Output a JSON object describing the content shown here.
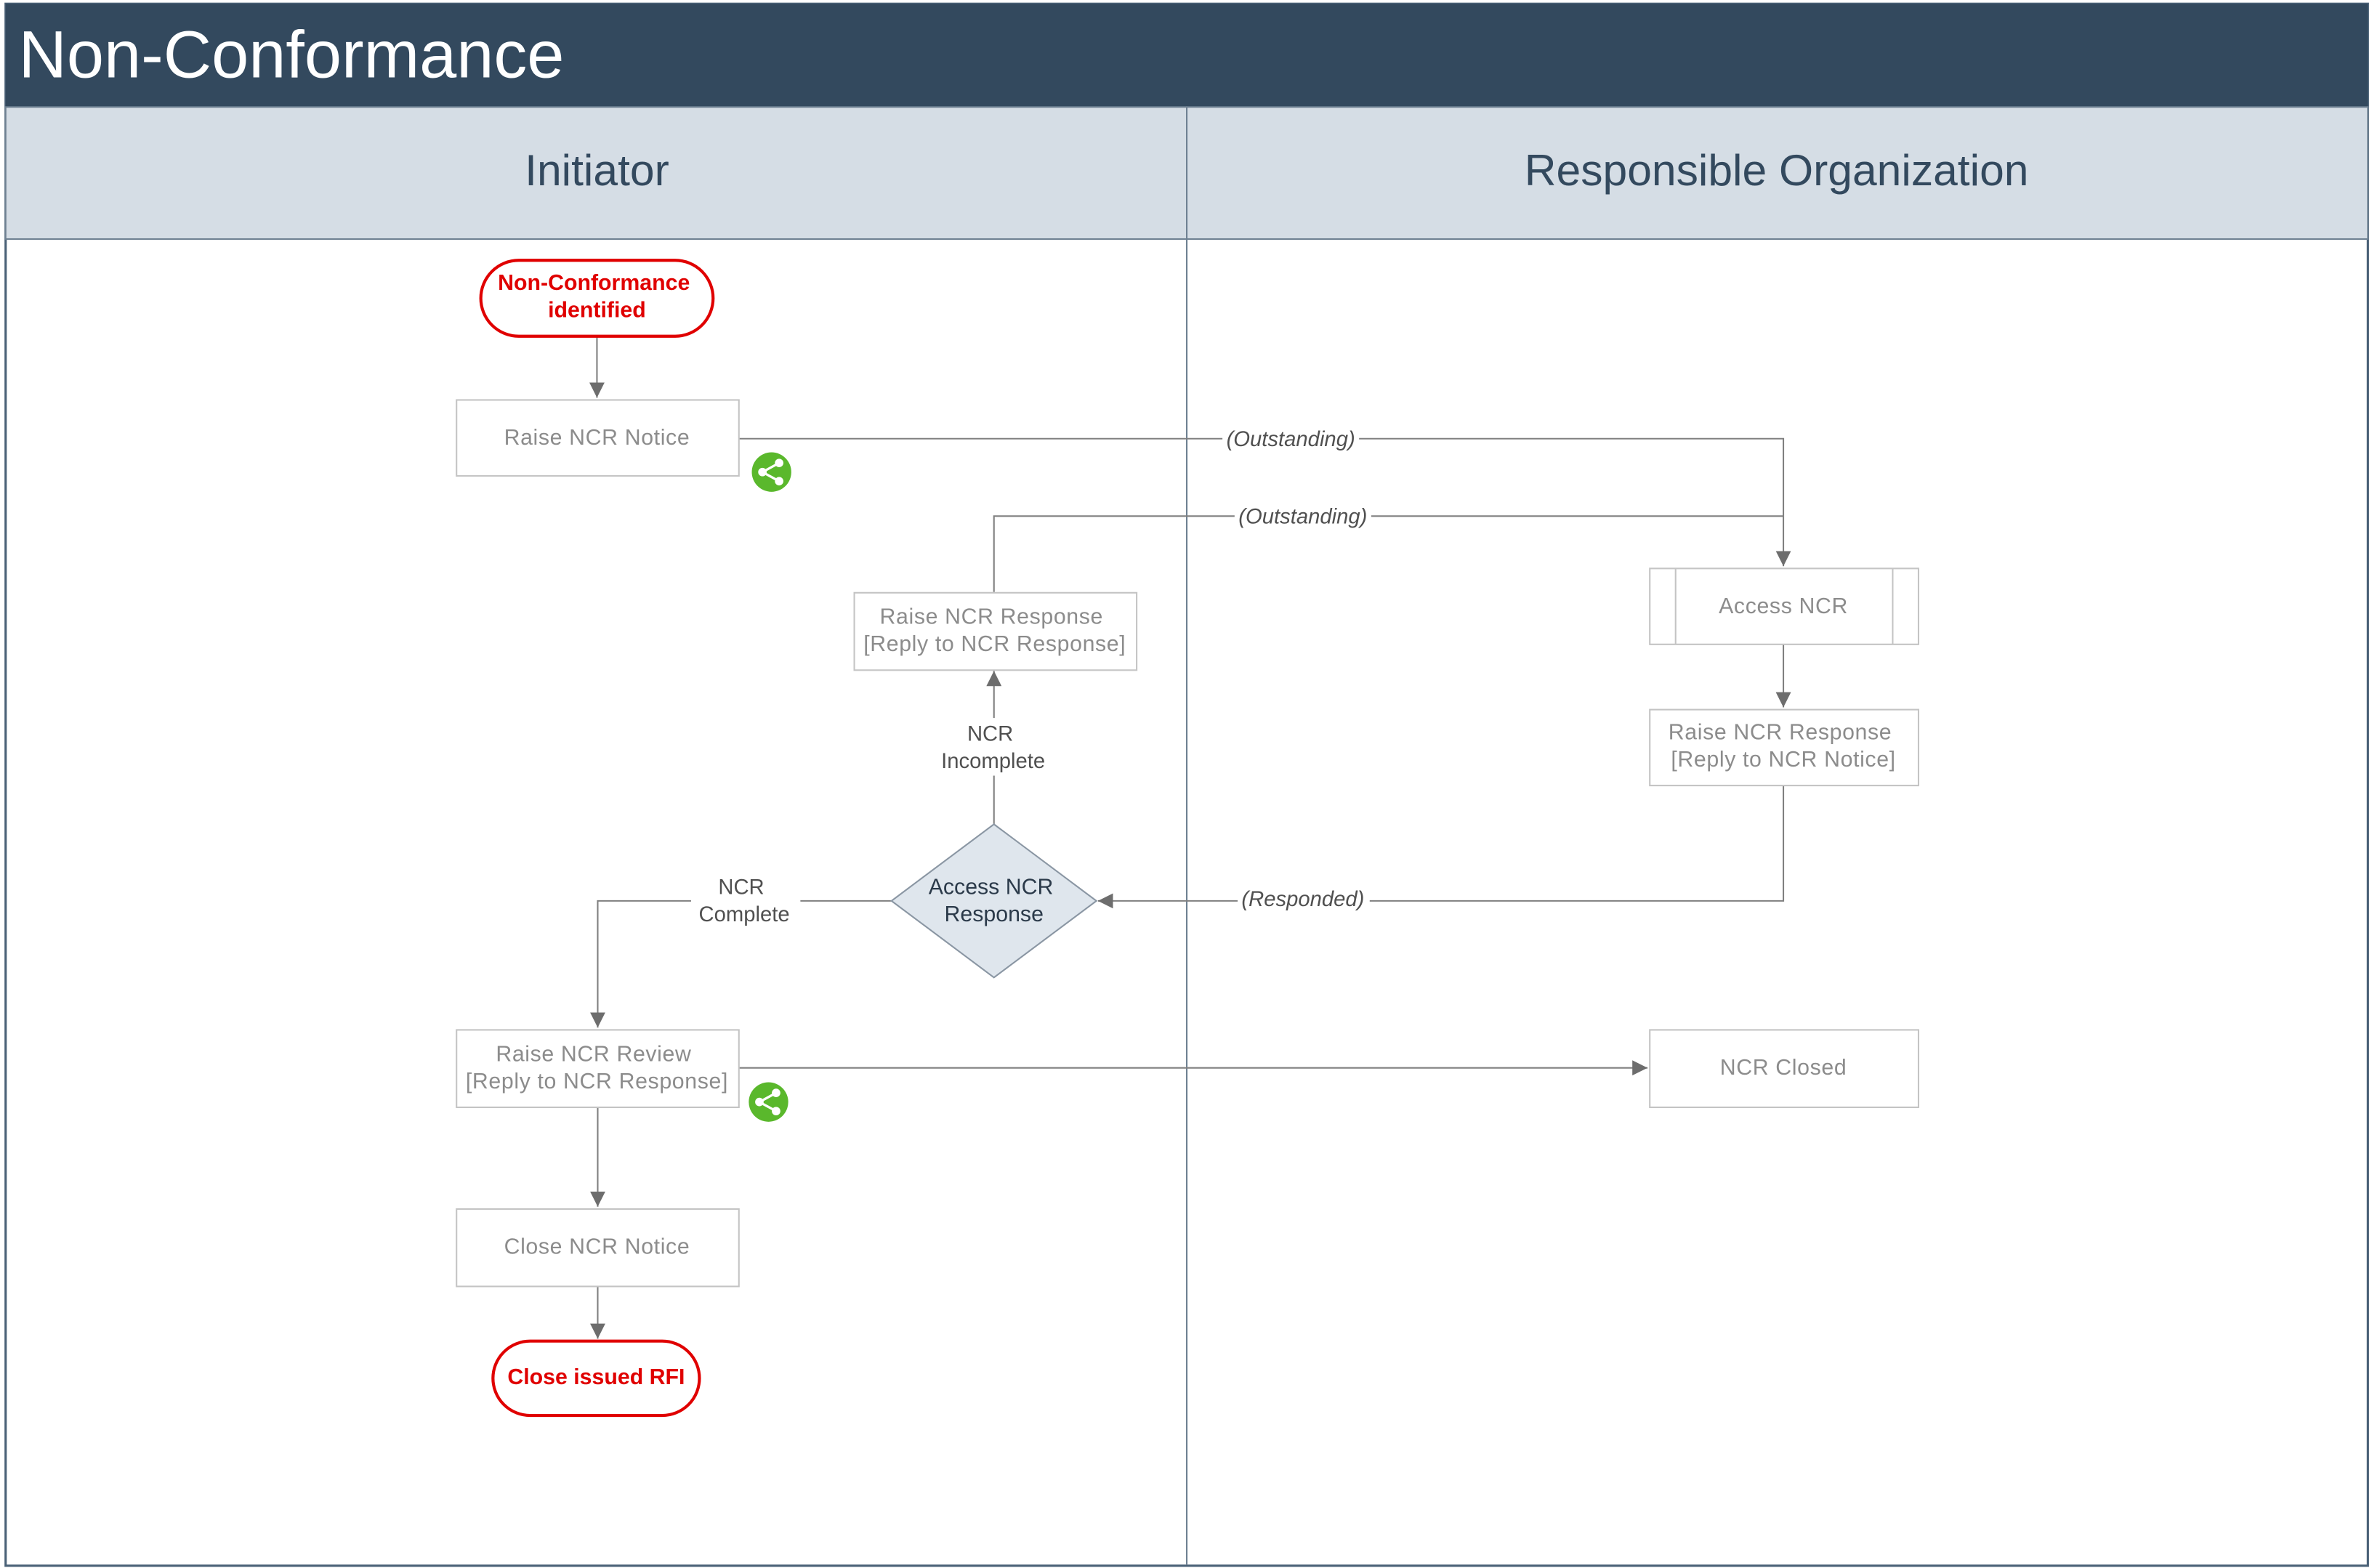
{
  "title": "Non-Conformance",
  "lanes": [
    {
      "label": "Initiator"
    },
    {
      "label": "Responsible Organization"
    }
  ],
  "nodes": {
    "start": {
      "lines": [
        "Non-Conformance",
        "identified"
      ]
    },
    "raise_ncr_notice": {
      "lines": [
        "Raise NCR Notice"
      ]
    },
    "access_ncr": {
      "lines": [
        "Access NCR"
      ]
    },
    "raise_ncr_response_notice": {
      "lines": [
        "Raise NCR Response",
        "[Reply to NCR Notice]"
      ]
    },
    "access_ncr_response": {
      "lines": [
        "Access NCR",
        "Response"
      ]
    },
    "raise_ncr_response_response": {
      "lines": [
        "Raise NCR Response",
        "[Reply to NCR Response]"
      ]
    },
    "raise_ncr_review": {
      "lines": [
        "Raise NCR Review",
        "[Reply to NCR Response]"
      ]
    },
    "ncr_closed": {
      "lines": [
        "NCR Closed"
      ]
    },
    "close_ncr_notice": {
      "lines": [
        "Close NCR Notice"
      ]
    },
    "end": {
      "lines": [
        "Close issued RFI"
      ]
    }
  },
  "edge_labels": {
    "outstanding_notice": "(Outstanding)",
    "outstanding_response": "(Outstanding)",
    "responded": "(Responded)",
    "ncr_incomplete": [
      "NCR",
      "Incomplete"
    ],
    "ncr_complete": [
      "NCR",
      "Complete"
    ]
  },
  "icons": {
    "notice_share": "share-icon",
    "review_share": "share-icon"
  },
  "colors": {
    "title_bar": "#33495e",
    "lane_header": "#d5dde5",
    "terminator": "#e00000",
    "decision_fill": "#dfe6ed",
    "share_icon": "#5ab82c"
  }
}
